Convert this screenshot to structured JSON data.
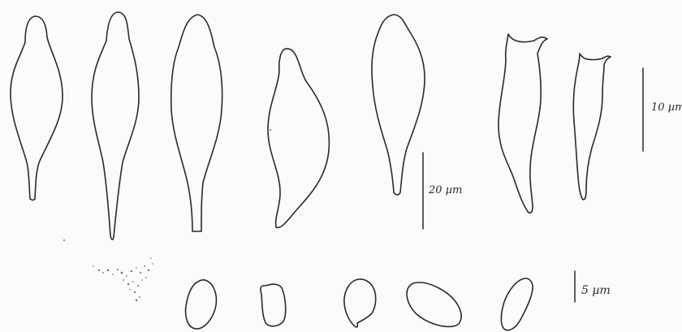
{
  "scale_bars": {
    "twenty": "20 µm",
    "ten": "10 µm",
    "five": "5 µm"
  },
  "colors": {
    "ink": "#2a2a2a",
    "paper": "#fbfbfa"
  }
}
